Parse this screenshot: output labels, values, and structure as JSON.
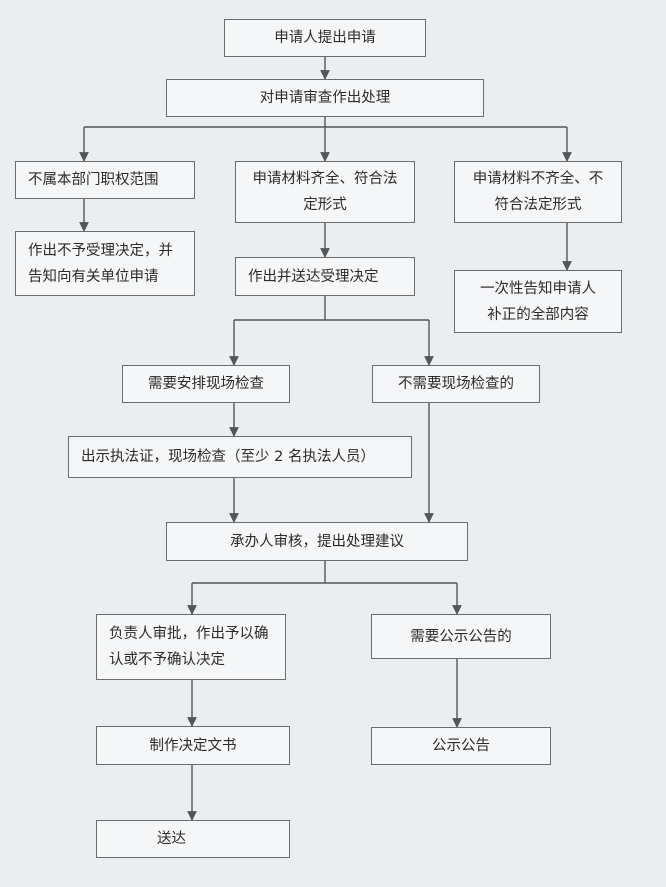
{
  "flowchart": {
    "nodes": {
      "apply": "申请人提出申请",
      "review": "对申请审查作出处理",
      "not_scope": "不属本部门职权范围",
      "complete": "申请材料齐全、符合法\n定形式",
      "incomplete": "申请材料不齐全、不\n符合法定形式",
      "not_accept": "作出不予受理决定，并\n告知向有关单位申请",
      "accept": "作出并送达受理决定",
      "notify_all": "一次性告知申请人\n补正的全部内容",
      "need_inspect": "需要安排现场检查",
      "no_inspect": "不需要现场检查的",
      "show_cert": "出示执法证，现场检查（至少 2 名执法人员）",
      "handler": "承办人审核，提出处理建议",
      "approve": "负责人审批，作出予以确\n认或不予确认决定",
      "need_publish": "需要公示公告的",
      "make_doc": "制作决定文书",
      "publish": "公示公告",
      "deliver": "送达"
    }
  }
}
